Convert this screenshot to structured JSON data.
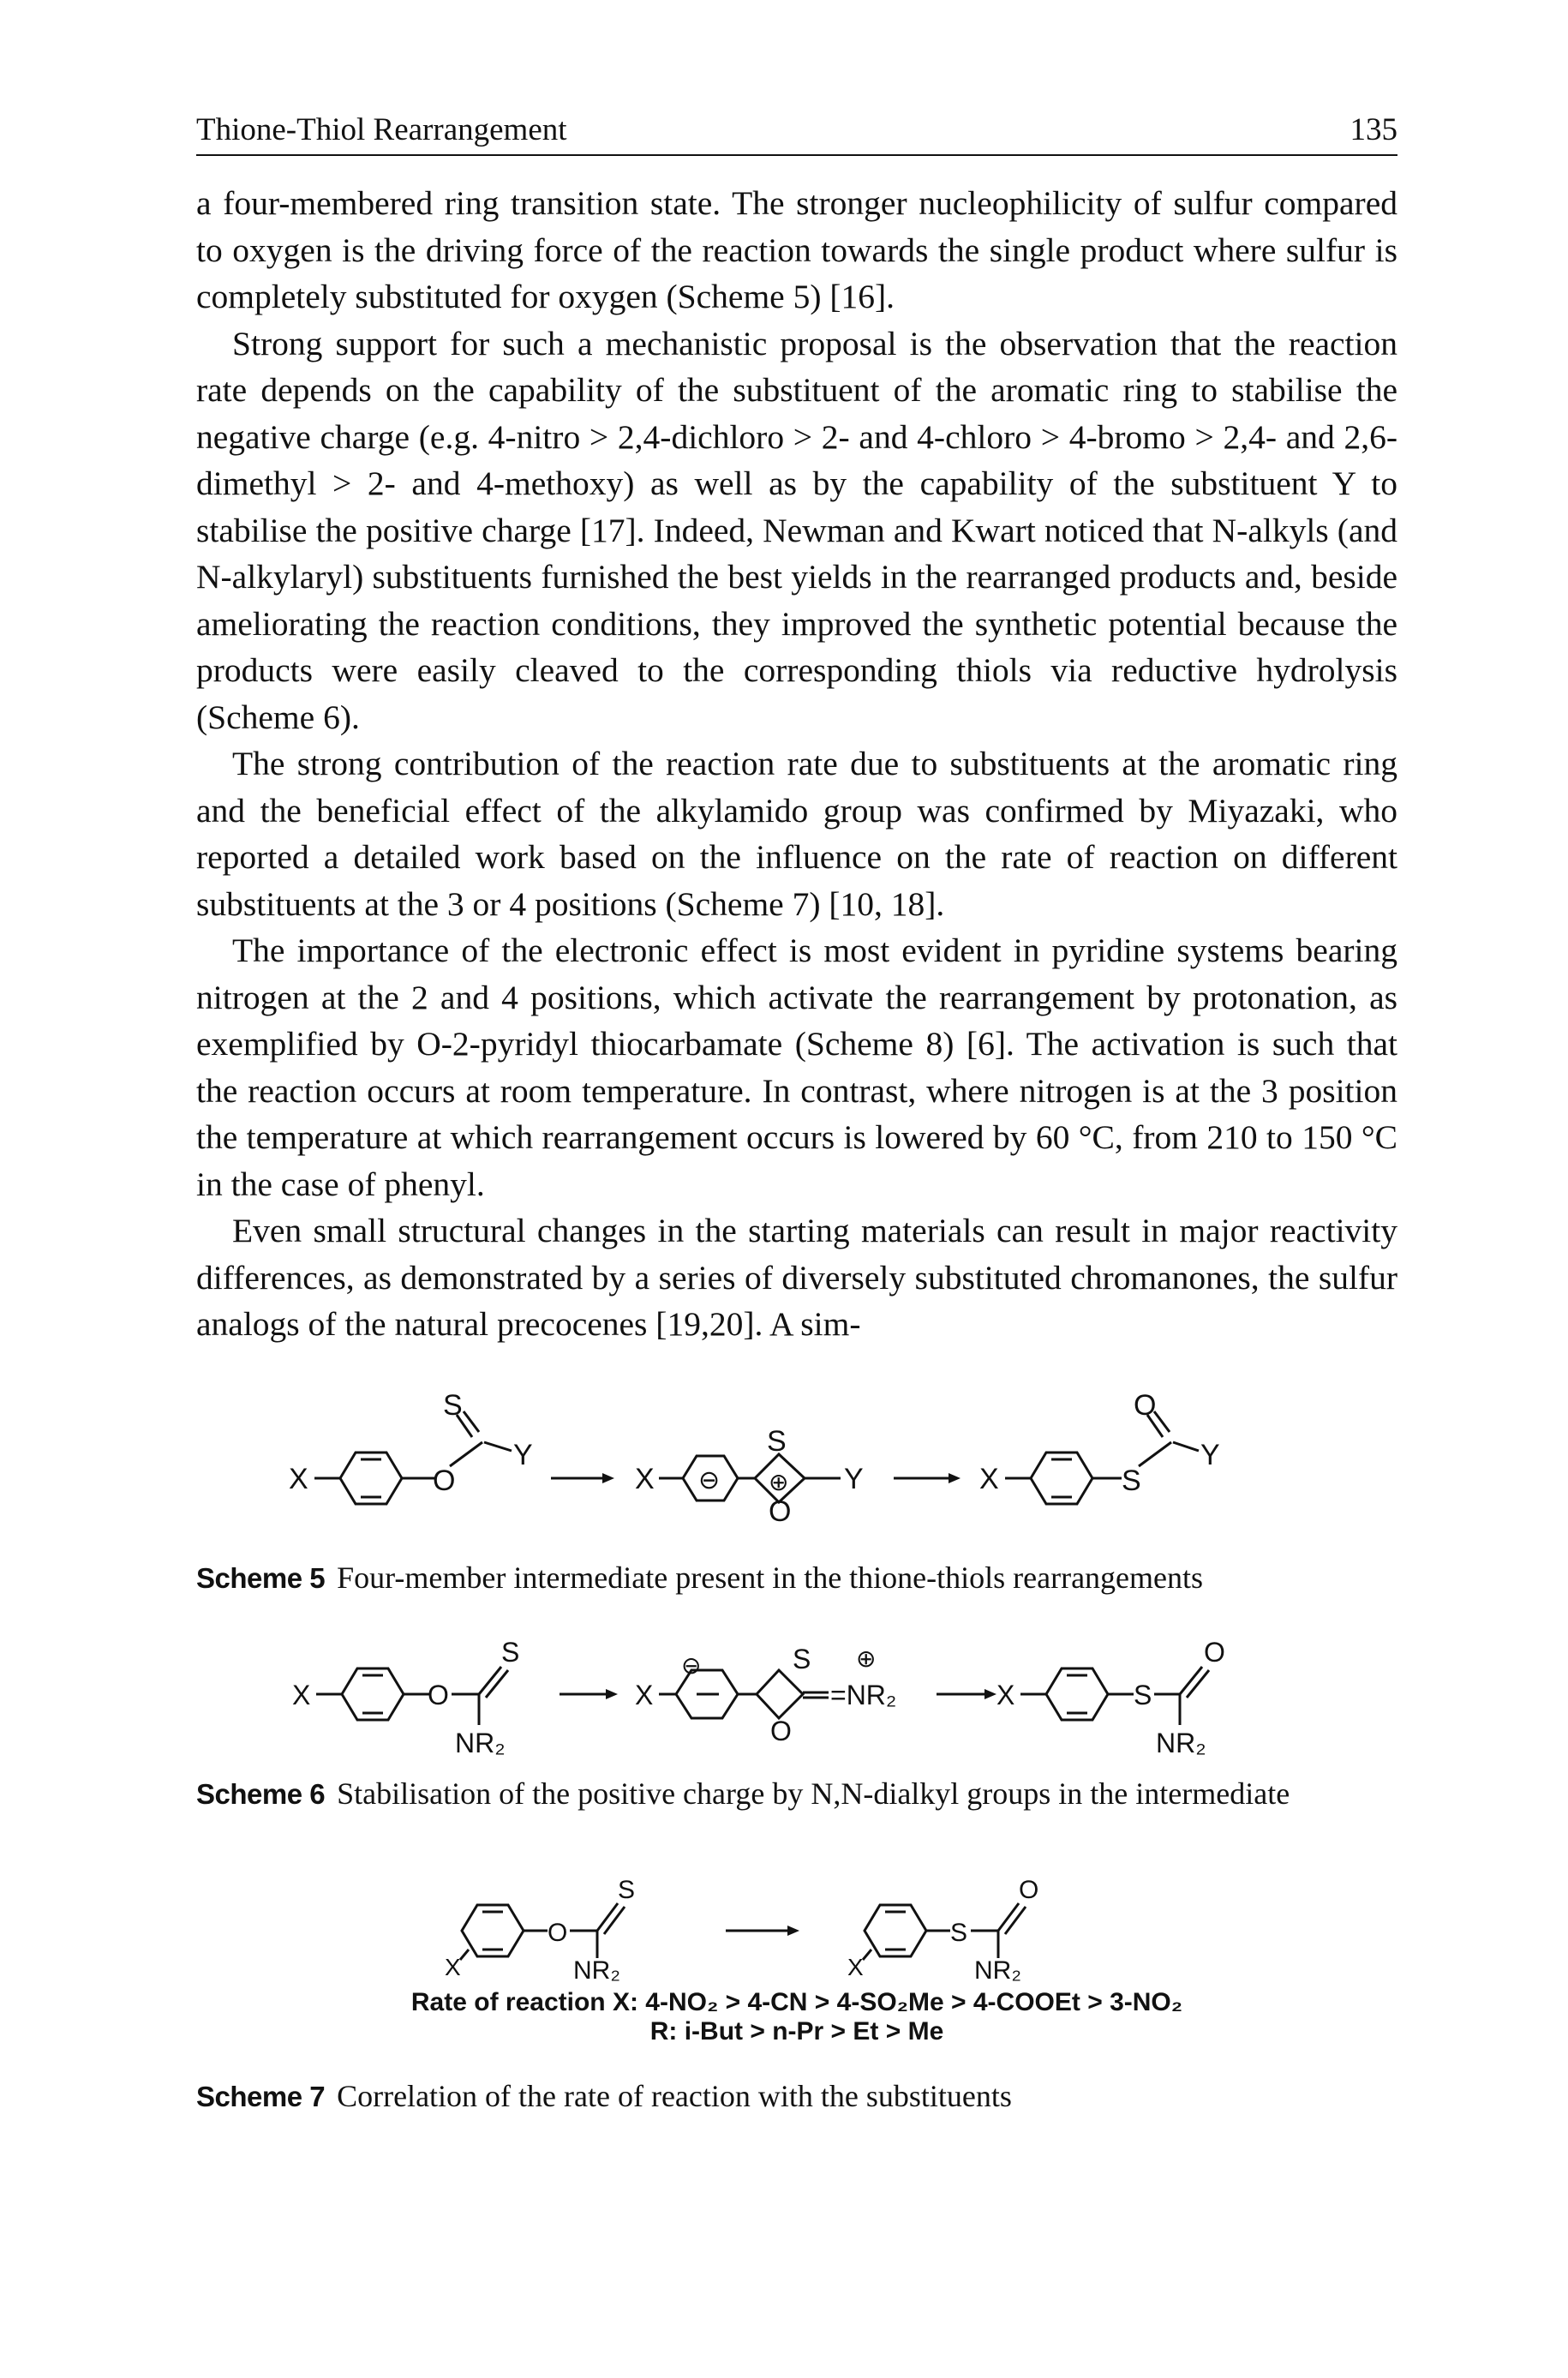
{
  "header": {
    "running_title": "Thione-Thiol Rearrangement",
    "page_number": "135"
  },
  "paragraphs": [
    "a four-membered ring transition state. The stronger nucleophilicity of sulfur compared to oxygen is the driving force of the reaction towards the single product where sulfur is completely substituted for oxygen (Scheme 5) [16].",
    "Strong support for such a mechanistic proposal is the observation that the reaction rate depends on the capability of the substituent of the aromatic ring to stabilise the negative charge (e.g. 4-nitro > 2,4-dichloro > 2- and 4-chloro > 4-bromo > 2,4- and 2,6-dimethyl > 2- and 4-methoxy) as well as by the capability of the substituent Y to stabilise the positive charge [17]. Indeed, Newman and Kwart noticed that N-alkyls (and N-alkylaryl) substituents furnished the best yields in the rearranged products and, beside ameliorating the reaction conditions, they improved the synthetic potential because the products were easily cleaved to the corresponding thiols via reductive hydrolysis (Scheme 6).",
    "The strong contribution of the reaction rate due to substituents at the aromatic ring and the beneficial effect of the alkylamido group was confirmed by Miyazaki, who reported a detailed work based on the influence on the rate of reaction on different substituents at the 3 or 4 positions (Scheme 7) [10, 18].",
    "The importance of the electronic effect is most evident in pyridine systems bearing nitrogen at the 2 and 4 positions, which activate the rearrangement by protonation, as exemplified by O-2-pyridyl thiocarbamate (Scheme 8) [6]. The activation is such that the reaction occurs at room temperature. In contrast, where nitrogen is at the 3 position the temperature at which rearrangement occurs is lowered by 60 °C, from 210 to 150 °C in the case of phenyl.",
    "Even small structural changes in the starting materials can result in major reactivity differences, as demonstrated by a series of diversely substituted chromanones, the sulfur analogs of the natural precocenes [19,20]. A sim-"
  ],
  "scheme5": {
    "label": "Scheme 5",
    "caption": "Four-member intermediate present in the thione-thiols rearrangements",
    "atoms": {
      "x": "X",
      "s": "S",
      "o": "O",
      "y": "Y",
      "minus": "⊖",
      "plus": "⊕"
    }
  },
  "scheme6": {
    "label": "Scheme 6",
    "caption": "Stabilisation of the positive charge by N,N-dialkyl groups in the intermediate",
    "atoms": {
      "x": "X",
      "s": "S",
      "o": "O",
      "nr2": "NR₂",
      "eq_nr2": "=NR₂",
      "minus": "⊖",
      "plus": "⊕"
    }
  },
  "scheme7": {
    "label": "Scheme 7",
    "caption": "Correlation of the rate of reaction with the substituents",
    "rate_line": "Rate of reaction X: 4-NO₂ > 4-CN > 4-SO₂Me > 4-COOEt > 3-NO₂",
    "r_line": "R: i-But > n-Pr > Et > Me",
    "atoms": {
      "x": "X",
      "s": "S",
      "o": "O",
      "nr2": "NR₂"
    }
  }
}
